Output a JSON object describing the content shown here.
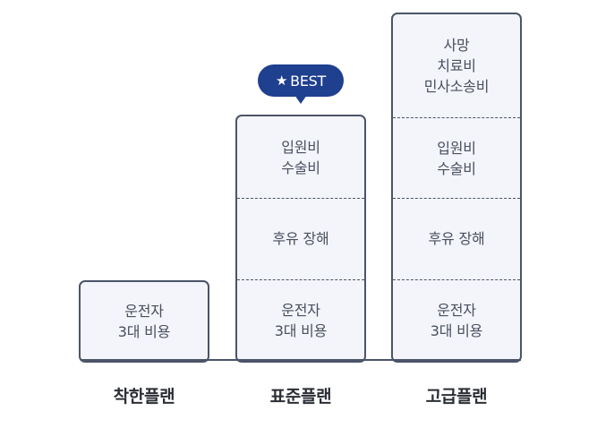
{
  "best_badge": {
    "star": "★",
    "text": "BEST"
  },
  "plans": {
    "basic": {
      "label": "착한플랜",
      "segments": {
        "driver_cost": [
          "운전자",
          "3대 비용"
        ]
      }
    },
    "standard": {
      "label": "표준플랜",
      "segments": {
        "hospital_surgery": [
          "입원비",
          "수술비"
        ],
        "disability": [
          "후유 장해"
        ],
        "driver_cost": [
          "운전자",
          "3대 비용"
        ]
      }
    },
    "premium": {
      "label": "고급플랜",
      "segments": {
        "death_treatment_civil": [
          "사망",
          "치료비",
          "민사소송비"
        ],
        "hospital_surgery": [
          "입원비",
          "수술비"
        ],
        "disability": [
          "후유 장해"
        ],
        "driver_cost": [
          "운전자",
          "3대 비용"
        ]
      }
    }
  }
}
